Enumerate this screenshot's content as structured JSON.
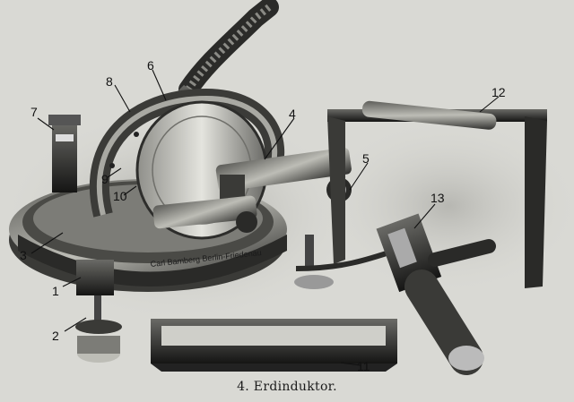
{
  "caption": "4. Erdinduktor.",
  "engraving": "Carl Bamberg Berlin-Friedenau",
  "labels": [
    "1",
    "2",
    "3",
    "4",
    "5",
    "6",
    "7",
    "8",
    "9",
    "10",
    "11",
    "12",
    "13"
  ]
}
